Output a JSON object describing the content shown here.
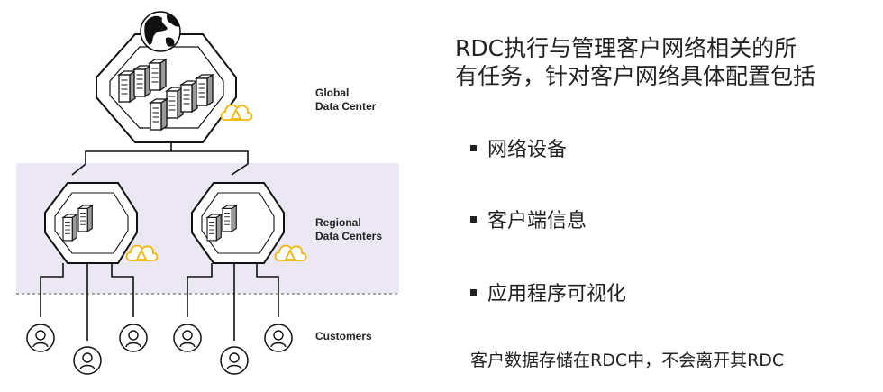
{
  "labels": {
    "global": [
      "Global",
      "Data Center"
    ],
    "regional": [
      "Regional",
      "Data Centers"
    ],
    "customers": "Customers"
  },
  "icons": {
    "globe": "globe-icon",
    "server": "server-rack-icon",
    "cloud_alert": "cloud-alert-icon",
    "customer": "customer-avatar-icon"
  },
  "colors": {
    "band": "#ece8f3",
    "accent": "#f2b705",
    "line": "#1a1a1a"
  },
  "heading": {
    "line1": "RDC执行与管理客户网络相关的所",
    "line2": "有任务，针对客户网络具体配置包括"
  },
  "bullets": [
    "网络设备",
    "客户端信息",
    "应用程序可视化"
  ],
  "footer": "客户数据存储在RDC中，不会离开其RDC"
}
